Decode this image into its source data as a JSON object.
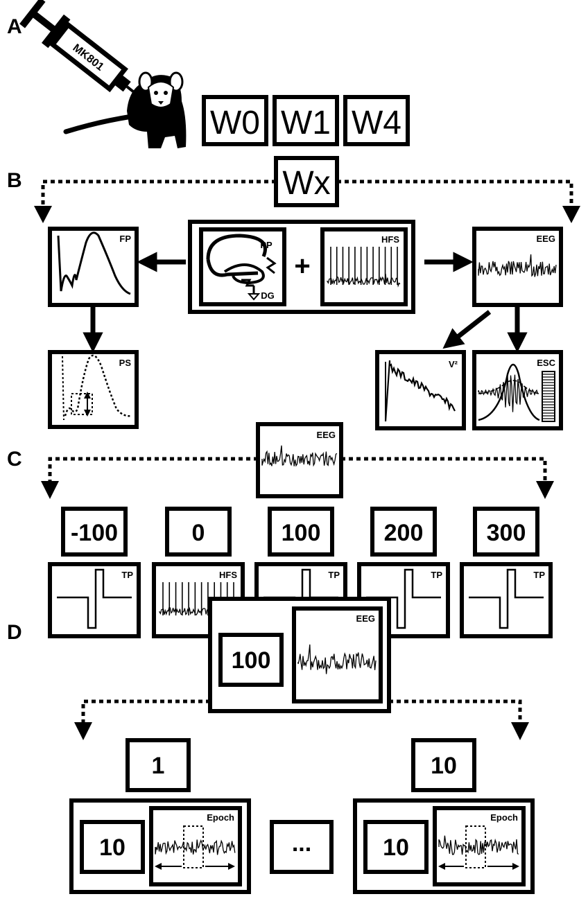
{
  "panels": {
    "a": "A",
    "b": "B",
    "c": "C",
    "d": "D"
  },
  "syringe_label": "MK801",
  "weeks": [
    "W0",
    "W1",
    "W4"
  ],
  "wx": "Wx",
  "b": {
    "fp": "FP",
    "ps": "PS",
    "pp": "PP",
    "dg": "DG",
    "plus": "+",
    "hfs": "HFS",
    "eeg": "EEG",
    "v2": "V²",
    "esc": "ESC"
  },
  "c": {
    "eeg": "EEG",
    "times": [
      "-100",
      "0",
      "100",
      "200",
      "300"
    ],
    "signals": [
      "TP",
      "HFS",
      "TP",
      "TP",
      "TP"
    ]
  },
  "d": {
    "count": "100",
    "eeg": "EEG",
    "left_index": "1",
    "right_index": "10",
    "left_count": "10",
    "right_count": "10",
    "epoch": "Epoch",
    "ellipsis": "..."
  },
  "colors": {
    "ink": "#000000",
    "paper": "#ffffff"
  }
}
